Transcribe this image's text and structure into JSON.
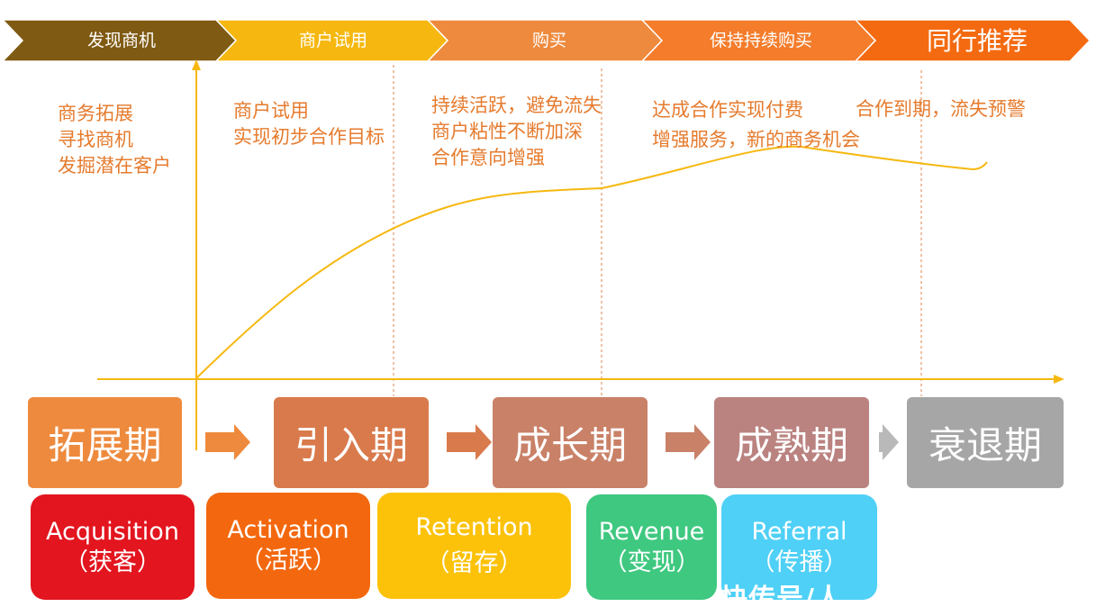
{
  "header": {
    "phases": [
      {
        "label": "发现商机",
        "color": "#7f5a13"
      },
      {
        "label": "商户试用",
        "color": "#f6b810"
      },
      {
        "label": "购买",
        "color": "#ee8a3d"
      },
      {
        "label": "保持持续购买",
        "color": "#f47c2b"
      },
      {
        "label": "同行推荐",
        "color": "#f46a10"
      }
    ]
  },
  "descriptions": {
    "col1": [
      "商务拓展",
      "寻找商机",
      "发掘潜在客户"
    ],
    "col2": [
      "商户试用",
      "实现初步合作目标"
    ],
    "col3": [
      "持续活跃，避免流失",
      "商户粘性不断加深",
      "合作意向增强"
    ],
    "col4": [
      "达成合作实现付费",
      "增强服务，新的商务机会"
    ],
    "col5": [
      "合作到期，流失预警"
    ]
  },
  "stages": [
    {
      "label": "拓展期",
      "color": "#ee8a3d"
    },
    {
      "label": "引入期",
      "color": "#d97a4c"
    },
    {
      "label": "成长期",
      "color": "#c98168"
    },
    {
      "label": "成熟期",
      "color": "#ba8380"
    },
    {
      "label": "衰退期",
      "color": "#a6a6a6"
    }
  ],
  "stage_arrow_colors": [
    "#ee8a3d",
    "#d97a4c",
    "#c98168",
    "#b9b9b9"
  ],
  "aarrr": [
    {
      "en": "Acquisition",
      "zh": "（获客）",
      "color": "#e3151f"
    },
    {
      "en": "Activation",
      "zh": "（活跃）",
      "color": "#f3680e"
    },
    {
      "en": "Retention",
      "zh": "（留存）",
      "color": "#fcc20a"
    },
    {
      "en": "Revenue",
      "zh": "（变现）",
      "color": "#3fc880"
    },
    {
      "en": "Referral",
      "zh": "（传播）",
      "color": "#4fd0f6"
    }
  ],
  "watermark": "快传号/人",
  "colors": {
    "axis": "#f6b810",
    "curve": "#f6b810",
    "guide": "#e79a6a",
    "text": "#e57b2e"
  }
}
